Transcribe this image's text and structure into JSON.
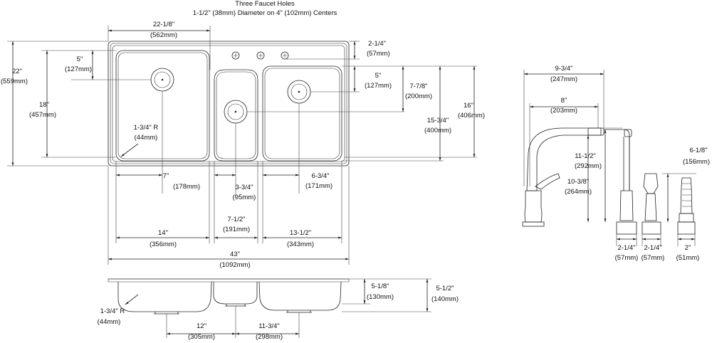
{
  "header": {
    "line1": "Three Faucet Holes",
    "line2": "1-1/2\" (38mm) Diameter on 4\" (102mm) Centers"
  },
  "top_view": {
    "d_22_1_8": {
      "a": "22-1/8\"",
      "b": "(562mm)"
    },
    "d_2_1_4": {
      "a": "2-1/4\"",
      "b": "(57mm)"
    },
    "d_5_left": {
      "a": "5\"",
      "b": "(127mm)"
    },
    "d_22": {
      "a": "22\"",
      "b": "(559mm)"
    },
    "d_18": {
      "a": "18\"",
      "b": "(457mm)"
    },
    "d_5_right": {
      "a": "5\"",
      "b": "(127mm)"
    },
    "d_7_7_8": {
      "a": "7-7/8\"",
      "b": "(200mm)"
    },
    "d_16": {
      "a": "16\"",
      "b": "(406mm)"
    },
    "d_15_3_4": {
      "a": "15-3/4\"",
      "b": "(400mm)"
    },
    "d_1_3_4_r": {
      "a": "1-3/4\" R",
      "b": "(44mm)"
    },
    "d_7": {
      "a": "7\"",
      "b": "(178mm)"
    },
    "d_3_3_4": {
      "a": "3-3/4\"",
      "b": "(95mm)"
    },
    "d_6_3_4": {
      "a": "6-3/4\"",
      "b": "(171mm)"
    },
    "d_7_1_2": {
      "a": "7-1/2\"",
      "b": "(191mm)"
    },
    "d_14": {
      "a": "14\"",
      "b": "(356mm)"
    },
    "d_13_1_2": {
      "a": "13-1/2\"",
      "b": "(343mm)"
    },
    "d_43": {
      "a": "43\"",
      "b": "(1092mm)"
    }
  },
  "side_view": {
    "d_1_3_4_r": {
      "a": "1-3/4\" R",
      "b": "(44mm)"
    },
    "d_5_1_8": {
      "a": "5-1/8\"",
      "b": "(130mm)"
    },
    "d_5_1_2": {
      "a": "5-1/2\"",
      "b": "(140mm)"
    },
    "d_12": {
      "a": "12\"",
      "b": "(305mm)"
    },
    "d_11_3_4": {
      "a": "11-3/4\"",
      "b": "(298mm)"
    }
  },
  "faucet": {
    "d_9_3_4": {
      "a": "9-3/4\"",
      "b": "(247mm)"
    },
    "d_8": {
      "a": "8\"",
      "b": "(203mm)"
    },
    "d_11_1_2": {
      "a": "11-1/2\"",
      "b": "(292mm)"
    },
    "d_10_3_8": {
      "a": "10-3/8\"",
      "b": "(264mm)"
    },
    "d_6_1_8": {
      "a": "6-1/8\"",
      "b": "(156mm)"
    },
    "d_2_1_4_a": {
      "a": "2-1/4\"",
      "b": "(57mm)"
    },
    "d_2_1_4_b": {
      "a": "2-1/4\"",
      "b": "(57mm)"
    },
    "d_2": {
      "a": "2\"",
      "b": "(51mm)"
    }
  }
}
